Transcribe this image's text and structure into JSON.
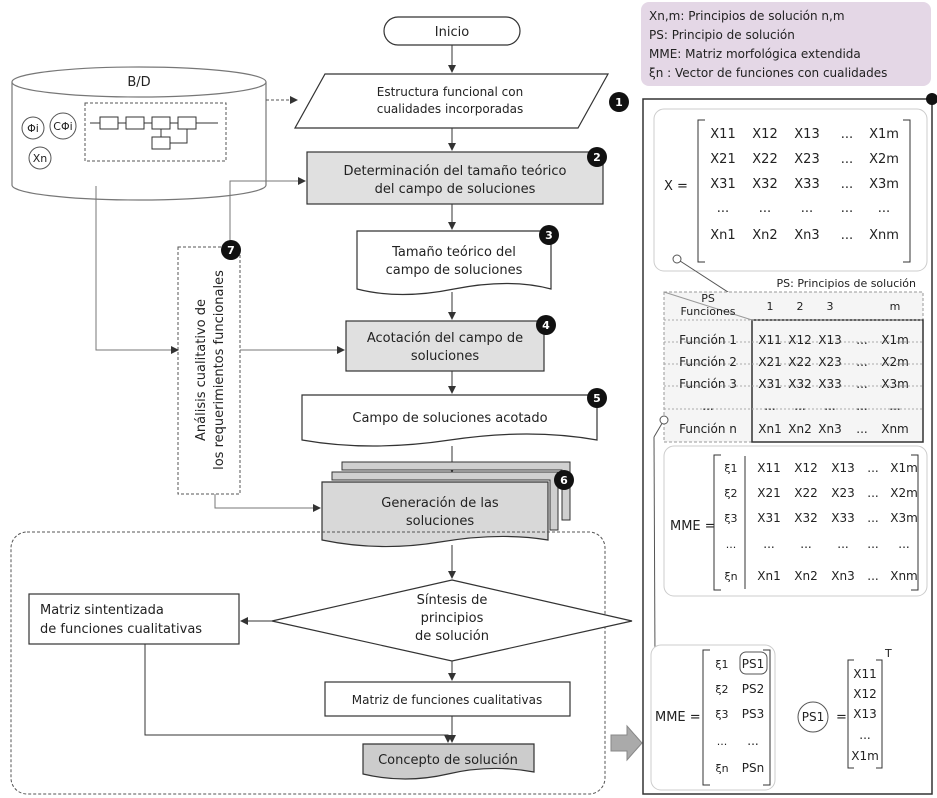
{
  "legend": {
    "items": [
      "Xn,m: Principios de solución n,m",
      "PS: Principio de solución",
      "MME: Matriz morfológica extendida",
      "ξn : Vector de funciones con cualidades"
    ],
    "bg_color": "#e4d7e6"
  },
  "database": {
    "title": "B/D",
    "symbols": [
      "Φi",
      "CΦi",
      "Xn"
    ]
  },
  "flow": {
    "start": "Inicio",
    "step1": [
      "Estructura funcional con",
      "cualidades incorporadas"
    ],
    "step2": [
      "Determinación del tamaño teórico",
      "del campo de soluciones"
    ],
    "step3": [
      "Tamaño teórico del",
      "campo de soluciones"
    ],
    "step4": [
      "Acotación del campo de",
      "soluciones"
    ],
    "step5": "Campo de soluciones acotado",
    "step6": [
      "Generación de las",
      "soluciones"
    ],
    "step7": [
      "Análisis cualitativo de",
      "los requerimientos funcionales"
    ],
    "decision": [
      "Síntesis de",
      "principios",
      "de solución"
    ],
    "left_box": [
      "Matriz sintentizada",
      "de funciones cualitativas"
    ],
    "right_box": "Matriz de funciones cualitativas",
    "end": "Concepto de solución",
    "badges": [
      "1",
      "2",
      "3",
      "4",
      "5",
      "6",
      "7"
    ]
  },
  "matrix_x": {
    "label": "X =",
    "rows": [
      [
        "X11",
        "X12",
        "X13",
        "...",
        "X1m"
      ],
      [
        "X21",
        "X22",
        "X23",
        "...",
        "X2m"
      ],
      [
        "X31",
        "X32",
        "X33",
        "...",
        "X3m"
      ],
      [
        "...",
        "...",
        "...",
        "...",
        "..."
      ],
      [
        "Xn1",
        "Xn2",
        "Xn3",
        "...",
        "Xnm"
      ]
    ]
  },
  "table": {
    "caption": "PS: Principios de solución",
    "corner_top": "PS",
    "corner_bottom": "Funciones",
    "header": [
      "1",
      "2",
      "3",
      "",
      "m"
    ],
    "rows": [
      {
        "label": "Función 1",
        "cells": [
          "X11",
          "X12",
          "X13",
          "...",
          "X1m"
        ]
      },
      {
        "label": "Función 2",
        "cells": [
          "X21",
          "X22",
          "X23",
          "...",
          "X2m"
        ]
      },
      {
        "label": "Función 3",
        "cells": [
          "X31",
          "X32",
          "X33",
          "...",
          "X3m"
        ]
      },
      {
        "label": "...",
        "cells": [
          "...",
          "...",
          "...",
          "...",
          "..."
        ]
      },
      {
        "label": "Función n",
        "cells": [
          "Xn1",
          "Xn2",
          "Xn3",
          "...",
          "Xnm"
        ]
      }
    ]
  },
  "matrix_mme": {
    "label": "MME =",
    "xi": [
      "ξ1",
      "ξ2",
      "ξ3",
      "...",
      "ξn"
    ],
    "rows": [
      [
        "X11",
        "X12",
        "X13",
        "...",
        "X1m"
      ],
      [
        "X21",
        "X22",
        "X23",
        "...",
        "X2m"
      ],
      [
        "X31",
        "X32",
        "X33",
        "...",
        "X3m"
      ],
      [
        "...",
        "...",
        "...",
        "...",
        "..."
      ],
      [
        "Xn1",
        "Xn2",
        "Xn3",
        "...",
        "Xnm"
      ]
    ]
  },
  "matrix_mme2": {
    "label": "MME =",
    "xi": [
      "ξ1",
      "ξ2",
      "ξ3",
      "...",
      "ξn"
    ],
    "ps": [
      "PS1",
      "PS2",
      "PS3",
      "...",
      "PSn"
    ],
    "ps_label": "PS1",
    "eq": "=",
    "vec": [
      "X11",
      "X12",
      "X13",
      "...",
      "X1m"
    ],
    "transpose": "T"
  }
}
